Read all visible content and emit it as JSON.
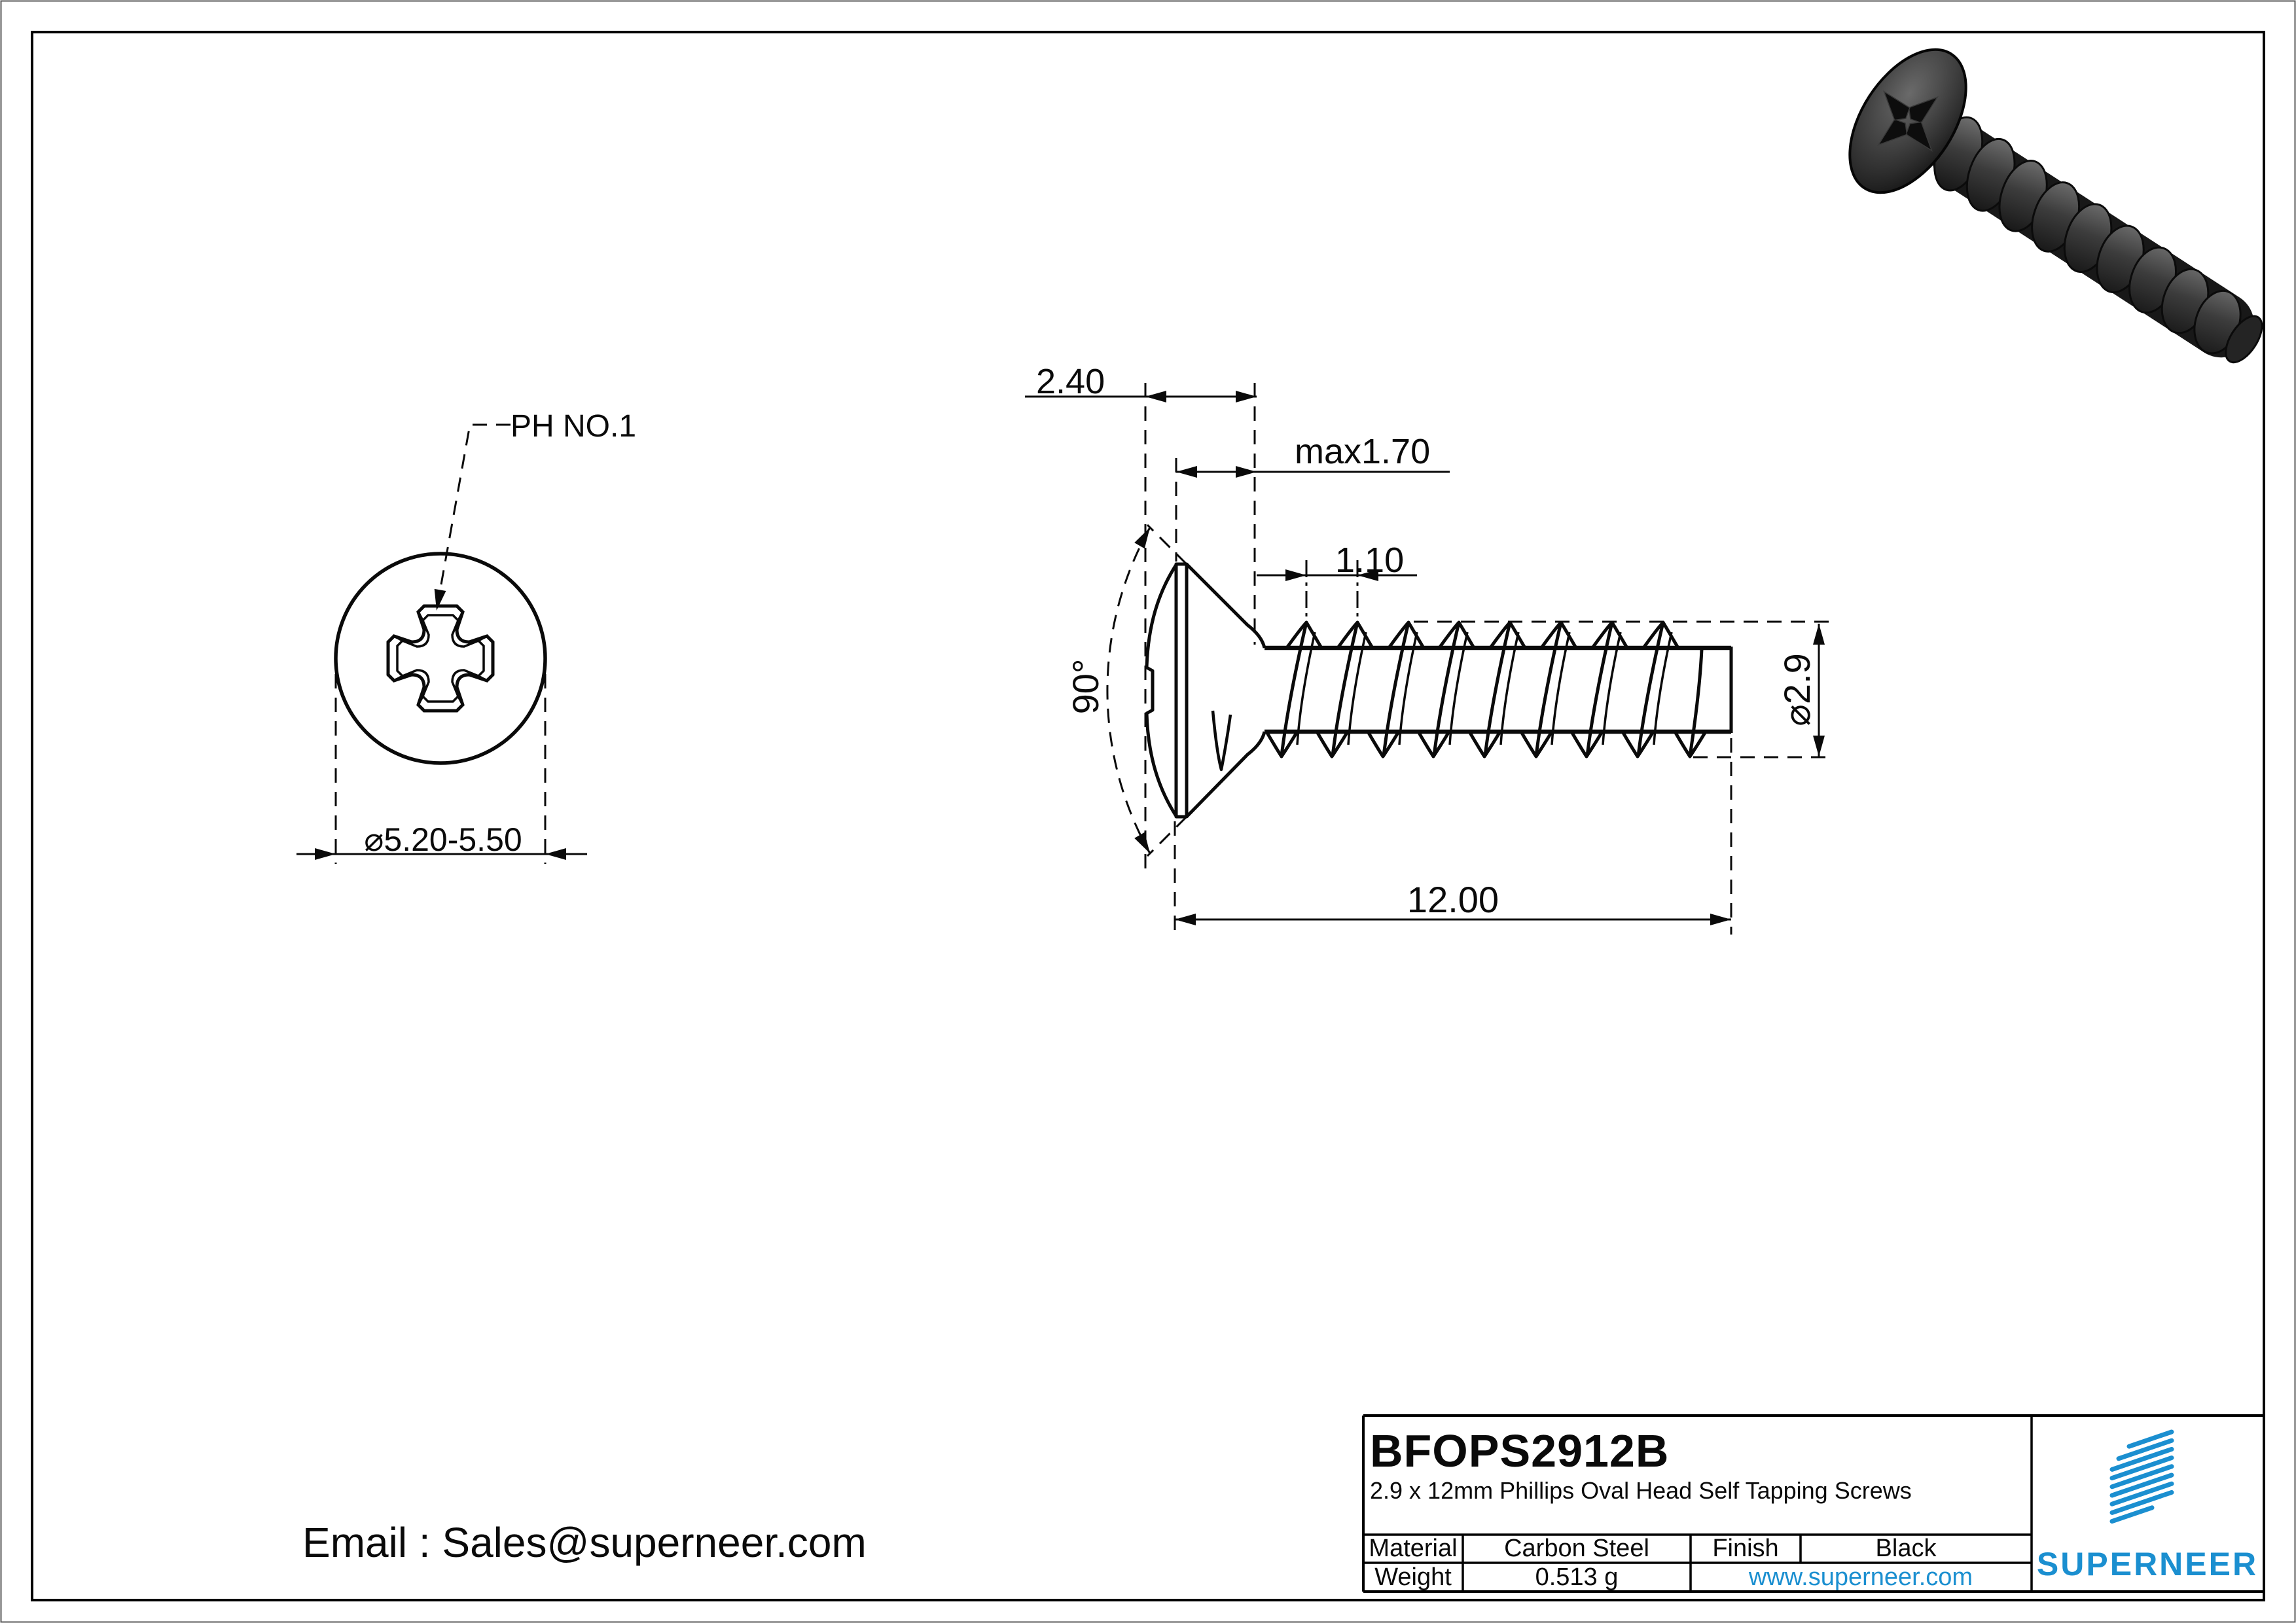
{
  "page": {
    "background": "#ffffff",
    "line_color": "#0a0a0a",
    "accent_color": "#1b8fd0"
  },
  "front_view": {
    "callout": "PH NO.1",
    "head_diameter_dim": "⌀5.20-5.50",
    "icon": "phillips-cross-recess"
  },
  "side_view": {
    "dims": {
      "head_length": "2.40",
      "head_height": "max1.70",
      "thread_pitch": "1.10",
      "countersink_angle": "90°",
      "thread_diameter": "⌀2.9",
      "total_length": "12.00"
    }
  },
  "footer": {
    "email": "Email : Sales@superneer.com"
  },
  "title_block": {
    "part_number": "BFOPS2912B",
    "description": "2.9 x 12mm Phillips Oval Head Self Tapping Screws",
    "material_label": "Material",
    "material_value": "Carbon Steel",
    "finish_label": "Finish",
    "finish_value": "Black",
    "weight_label": "Weight",
    "weight_value": "0.513 g",
    "website": "www.superneer.com",
    "brand": "SUPERNEER",
    "logo_icon": "diagonal-stripes-logo"
  },
  "render": {
    "icon": "black-oval-head-screw-3d",
    "body_color": "#3c3c3c"
  }
}
